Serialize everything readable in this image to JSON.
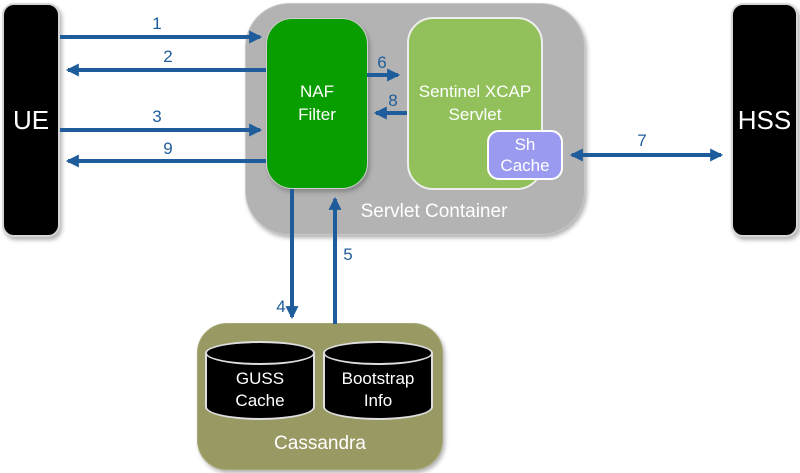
{
  "diagram": {
    "type": "architecture-flow",
    "nodes": {
      "ue": {
        "label": "UE"
      },
      "hss": {
        "label": "HSS"
      },
      "servlet_container": {
        "label": "Servlet Container"
      },
      "naf_filter": {
        "label": "NAF Filter"
      },
      "sentinel_xcap_servlet": {
        "label": "Sentinel XCAP Servlet"
      },
      "sh_cache": {
        "label": "Sh Cache"
      },
      "cassandra": {
        "label": "Cassandra"
      },
      "guss_cache": {
        "label": "GUSS Cache"
      },
      "bootstrap_info": {
        "label": "Bootstrap Info"
      }
    },
    "edges": [
      {
        "label": "1",
        "from": "UE",
        "to": "NAF Filter",
        "bidirectional": false
      },
      {
        "label": "2",
        "from": "NAF Filter",
        "to": "UE",
        "bidirectional": false
      },
      {
        "label": "3",
        "from": "UE",
        "to": "NAF Filter",
        "bidirectional": false
      },
      {
        "label": "4",
        "from": "NAF Filter",
        "to": "Cassandra",
        "bidirectional": false
      },
      {
        "label": "5",
        "from": "Cassandra",
        "to": "NAF Filter",
        "bidirectional": false
      },
      {
        "label": "6",
        "from": "NAF Filter",
        "to": "Sentinel XCAP Servlet",
        "bidirectional": false
      },
      {
        "label": "7",
        "from": "Sh Cache",
        "to": "HSS",
        "bidirectional": true
      },
      {
        "label": "8",
        "from": "Sentinel XCAP Servlet",
        "to": "NAF Filter",
        "bidirectional": false
      },
      {
        "label": "9",
        "from": "NAF Filter",
        "to": "UE",
        "bidirectional": false
      }
    ],
    "colors": {
      "arrow_blue": "#1e5c9b",
      "endpoint_black": "#000000",
      "container_gray": "#b3b3b3",
      "naf_green": "#089e00",
      "sentinel_green": "#92c15c",
      "sh_cache_lavender": "#9a9af0",
      "cassandra_olive": "#999a63",
      "label_text": "#ffffff"
    }
  }
}
